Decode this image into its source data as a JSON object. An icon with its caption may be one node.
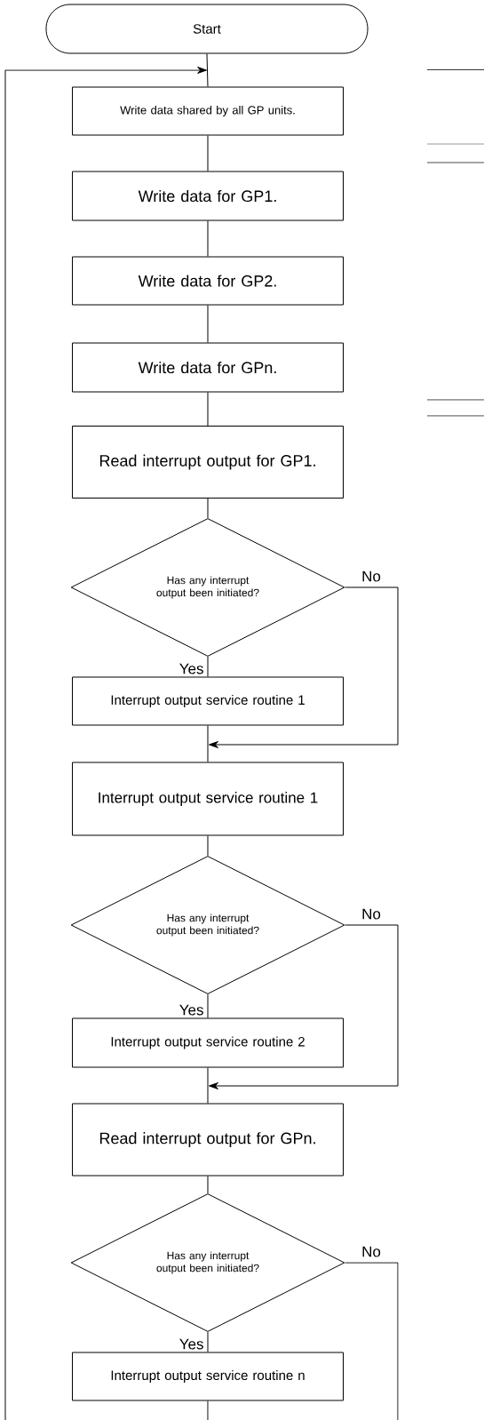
{
  "diagram": {
    "nodes": [
      {
        "text": [
          "Start"
        ]
      },
      {
        "text": [
          "Write data shared by all GP units."
        ]
      },
      {
        "text": [
          "Write data for GP1."
        ]
      },
      {
        "text": [
          "Write data for GP2."
        ]
      },
      {
        "text": [
          "Write data for GPn."
        ]
      },
      {
        "text": [
          "Read interrupt output for GP1."
        ]
      },
      {
        "text": [
          "Has any interrupt output been initiated?"
        ]
      },
      {
        "text": [
          "Interrupt output service routine 1"
        ]
      },
      {
        "text": [
          "Interrupt output service routine 1"
        ]
      },
      {
        "text": [
          "Has any interrupt output been initiated?"
        ]
      },
      {
        "text": [
          "Interrupt output service routine 2"
        ]
      },
      {
        "text": [
          "Read interrupt output for GPn."
        ]
      },
      {
        "text": [
          "Has any interrupt output been initiated?"
        ]
      },
      {
        "text": [
          "Interrupt output service routine n"
        ]
      }
    ],
    "edges": [
      {
        "from": 0,
        "to": 1,
        "arrow": "none"
      },
      {
        "from": null,
        "to": 1,
        "arrow": "to"
      },
      {
        "from": 1,
        "to": 2,
        "arrow": "none"
      },
      {
        "from": 2,
        "to": 3,
        "arrow": "none"
      },
      {
        "from": 3,
        "to": 4,
        "arrow": "none"
      },
      {
        "from": 4,
        "to": 5,
        "arrow": "none"
      },
      {
        "from": 5,
        "to": 6,
        "arrow": "none"
      },
      {
        "from": 6,
        "to": 7,
        "arrow": "none",
        "label": "Yes"
      },
      {
        "from": 6,
        "to": 8,
        "arrow": "to",
        "label": "No"
      },
      {
        "from": 7,
        "to": 8,
        "arrow": "none"
      },
      {
        "from": 8,
        "to": 9,
        "arrow": "none"
      },
      {
        "from": 9,
        "to": 10,
        "arrow": "none",
        "label": "Yes"
      },
      {
        "from": 9,
        "to": 11,
        "arrow": "to",
        "label": "No"
      },
      {
        "from": 10,
        "to": 11,
        "arrow": "none"
      },
      {
        "from": 11,
        "to": 12,
        "arrow": "none"
      },
      {
        "from": 12,
        "to": 13,
        "arrow": "none",
        "label": "Yes"
      },
      {
        "from": 12,
        "to": null,
        "arrow": "none",
        "label": "No"
      },
      {
        "from": 13,
        "to": null,
        "arrow": "none"
      }
    ]
  }
}
